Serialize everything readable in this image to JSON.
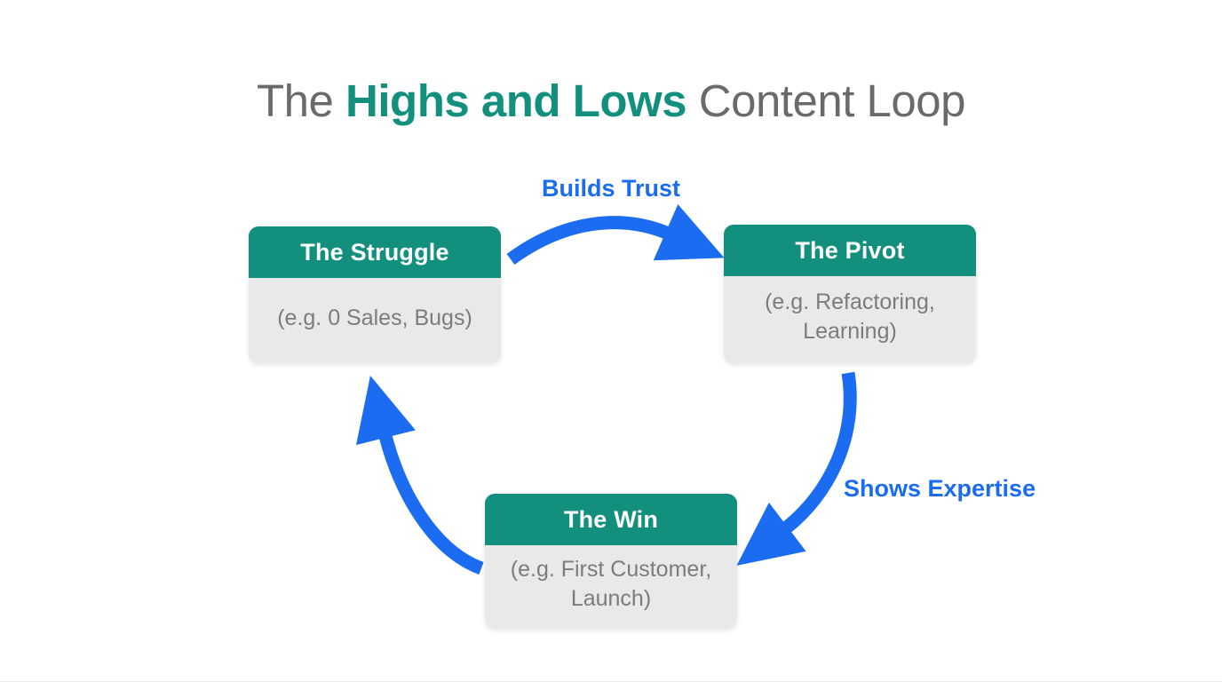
{
  "title": {
    "prefix": "The ",
    "highlight": "Highs and Lows",
    "suffix": " Content Loop"
  },
  "nodes": {
    "struggle": {
      "title": "The Struggle",
      "subtitle": "(e.g. 0 Sales, Bugs)"
    },
    "pivot": {
      "title": "The Pivot",
      "subtitle": "(e.g. Refactoring, Learning)"
    },
    "win": {
      "title": "The Win",
      "subtitle": "(e.g. First Customer, Launch)"
    }
  },
  "edges": {
    "struggle_to_pivot": {
      "label": "Builds Trust"
    },
    "pivot_to_win": {
      "label": "Shows Expertise"
    },
    "win_to_struggle": {
      "label": ""
    }
  },
  "colors": {
    "teal": "#12907D",
    "blue": "#1B6CF0",
    "title_gray": "#6A6A6A",
    "box_body_bg": "#E9E9E9",
    "box_body_text": "#7C7C7C"
  }
}
